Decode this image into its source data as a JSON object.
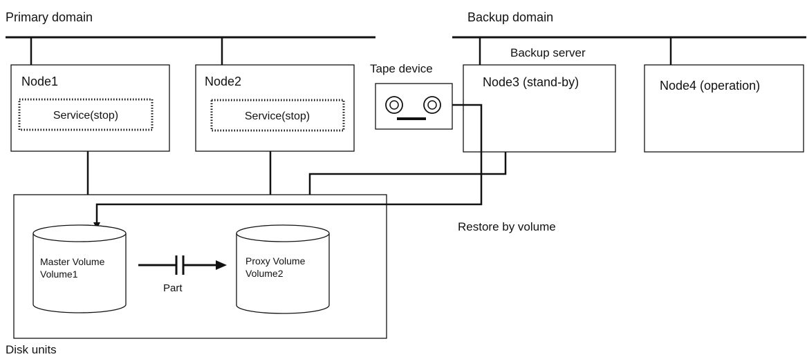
{
  "labels": {
    "primary_domain": "Primary domain",
    "backup_domain": "Backup domain",
    "backup_server": "Backup server",
    "tape_device": "Tape device",
    "restore_by_volume": "Restore by volume",
    "disk_units": "Disk units",
    "part": "Part"
  },
  "nodes": {
    "node1": {
      "title": "Node1",
      "service": "Service(stop)"
    },
    "node2": {
      "title": "Node2",
      "service": "Service(stop)"
    },
    "node3": {
      "title": "Node3 (stand-by)"
    },
    "node4": {
      "title": "Node4 (operation)"
    }
  },
  "volumes": {
    "master": {
      "line1": "Master Volume",
      "line2": "Volume1"
    },
    "proxy": {
      "line1": "Proxy Volume",
      "line2": "Volume2"
    }
  }
}
